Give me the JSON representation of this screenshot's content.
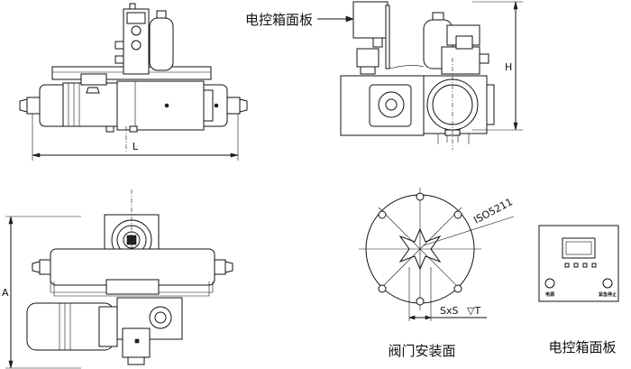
{
  "labels": {
    "control_panel_pointer": "电控箱面板",
    "dim_l": "L",
    "dim_h": "H",
    "dim_a": "A",
    "iso_code": "ISO5211",
    "sxs": "SxS",
    "depth_mark": "▽T",
    "valve_mounting_face": "阀门安装面",
    "control_panel_title": "电控箱面板",
    "power_label": "电源",
    "estop_label": "紧急停止"
  },
  "colors": {
    "line": "#111111",
    "background": "#ffffff"
  }
}
